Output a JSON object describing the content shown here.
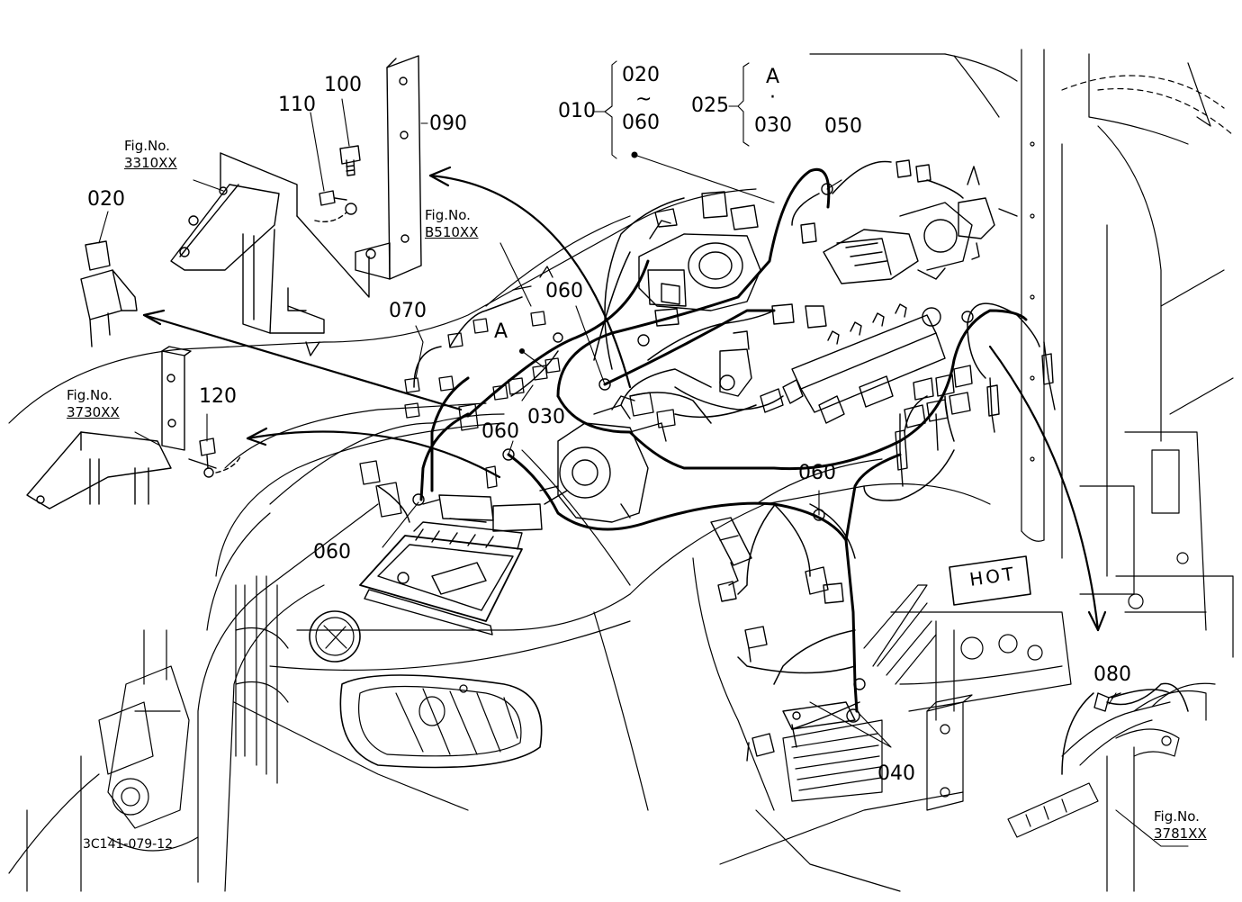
{
  "callouts": {
    "c010": "010",
    "c020a": "020",
    "tilde": "~",
    "c060a": "060",
    "c025": "025",
    "cA1": "A",
    "dot": "·",
    "c030a": "030",
    "c050": "050",
    "c100": "100",
    "c110": "110",
    "c090": "090",
    "c020b": "020",
    "c070": "070",
    "c060b": "060",
    "cA2": "A",
    "c030b": "030",
    "c120": "120",
    "c060c": "060",
    "c060d": "060",
    "c060e": "060",
    "c040": "040",
    "c080": "080"
  },
  "fig_refs": [
    {
      "label": "Fig.No.",
      "number": "3310XX"
    },
    {
      "label": "Fig.No.",
      "number": "B510XX"
    },
    {
      "label": "Fig.No.",
      "number": "3730XX"
    },
    {
      "label": "Fig.No.",
      "number": "3781XX"
    }
  ],
  "drawing_code": "3C141-079-12",
  "plate_text": "HOT"
}
